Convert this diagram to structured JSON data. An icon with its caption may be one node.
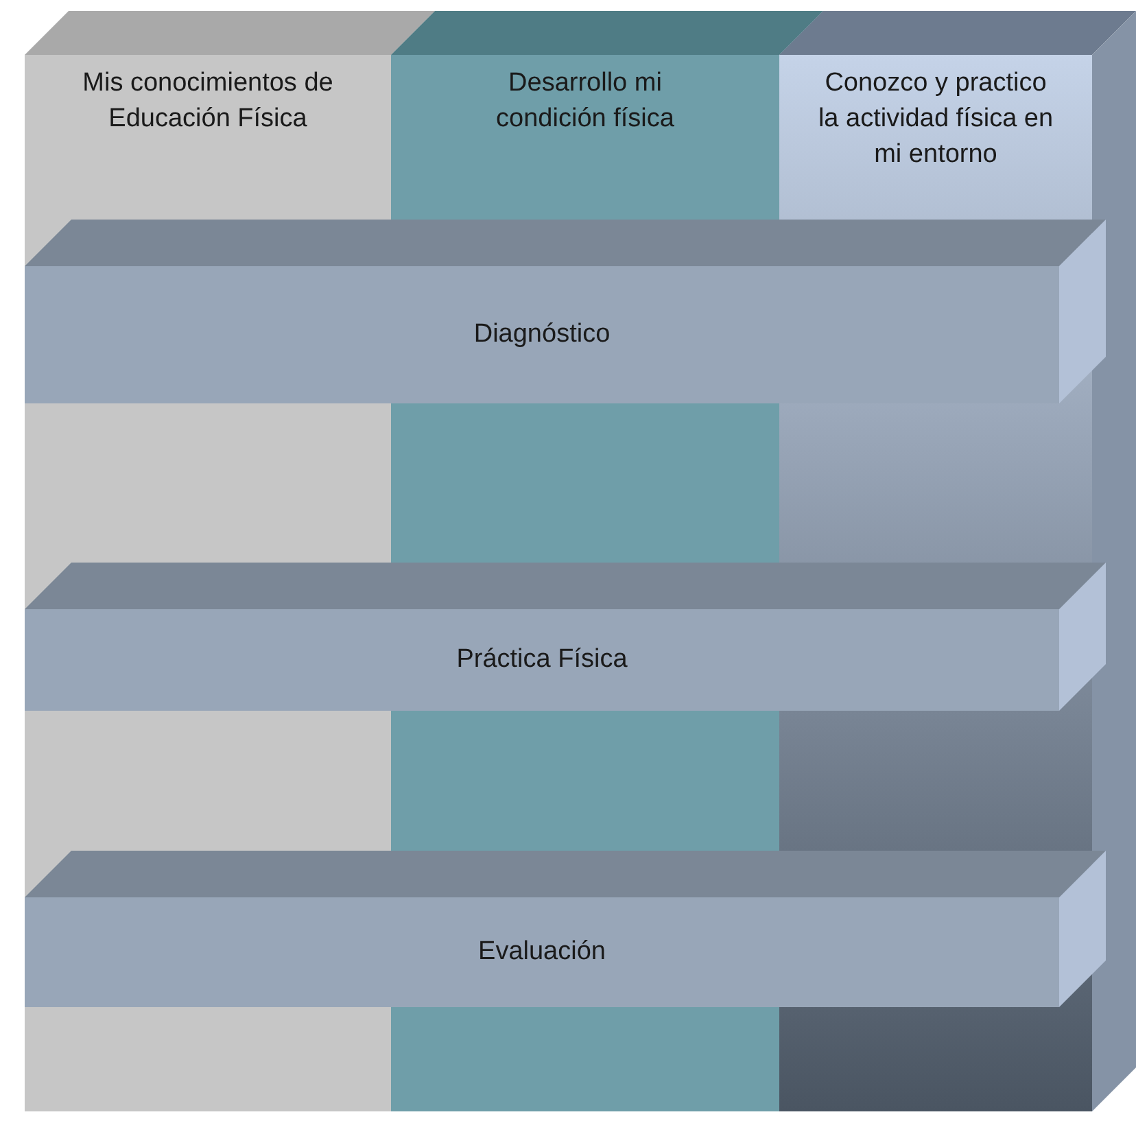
{
  "diagram": {
    "nodes": [
      {
        "text": [
          "Mis conocimientos de Educación Física"
        ]
      },
      {
        "text": [
          "Desarrollo mi condición física"
        ]
      },
      {
        "text": [
          "Conozco y practico la actividad física en mi entorno"
        ]
      },
      {
        "text": [
          "Diagnóstico"
        ]
      },
      {
        "text": [
          "Práctica Física"
        ]
      },
      {
        "text": [
          "Evaluación"
        ]
      }
    ]
  }
}
